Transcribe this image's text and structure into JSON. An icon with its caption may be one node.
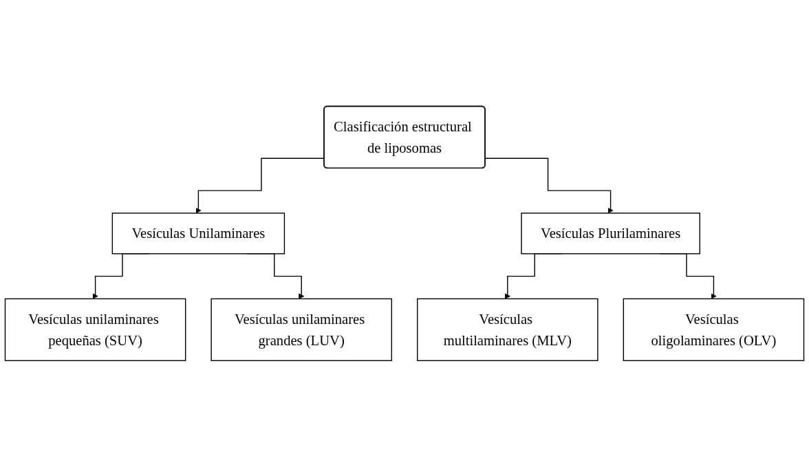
{
  "diagram": {
    "nodes": [
      {
        "text": [
          "Clasificación estructural de liposomas"
        ]
      },
      {
        "text": [
          "Vesículas Unilaminares"
        ]
      },
      {
        "text": [
          "Vesículas Plurilaminares"
        ]
      },
      {
        "text": [
          "Vesículas unilaminares pequeñas (SUV)"
        ]
      },
      {
        "text": [
          "Vesículas unilaminares grandes (LUV)"
        ]
      },
      {
        "text": [
          "Vesículas multilaminares (MLV)"
        ]
      },
      {
        "text": [
          "Vesículas oligolaminares (OLV)"
        ]
      }
    ],
    "edges": [
      {
        "from": 0,
        "to": 1,
        "arrow": "to"
      },
      {
        "from": 0,
        "to": 2,
        "arrow": "to"
      },
      {
        "from": 1,
        "to": 3,
        "arrow": "to"
      },
      {
        "from": 1,
        "to": 4,
        "arrow": "to"
      },
      {
        "from": 2,
        "to": 5,
        "arrow": "to"
      },
      {
        "from": 2,
        "to": 6,
        "arrow": "to"
      }
    ]
  }
}
